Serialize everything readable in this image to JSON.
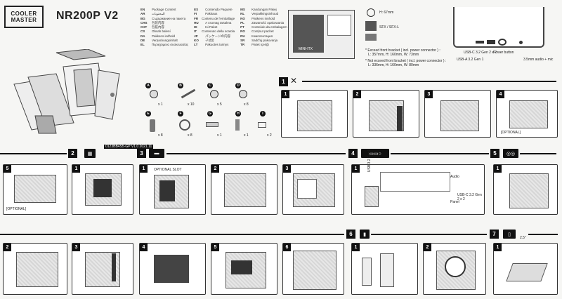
{
  "brand": {
    "logo_line1": "COOLER",
    "logo_line2": "MASTER",
    "model": "NR200P V2"
  },
  "languages": [
    {
      "code": "EN",
      "text": "Package Content"
    },
    {
      "code": "AR",
      "text": "المحتويات"
    },
    {
      "code": "BG",
      "text": "Съдържание на пакета"
    },
    {
      "code": "CHS",
      "text": "包装内容"
    },
    {
      "code": "CHT",
      "text": "包裝內容"
    },
    {
      "code": "CS",
      "text": "Obsah balení"
    },
    {
      "code": "DA",
      "text": "Pakkens indhold"
    },
    {
      "code": "DE",
      "text": "Verpackungsinhalt"
    },
    {
      "code": "EL",
      "text": "Περιεχόμενα συσκευασίας"
    },
    {
      "code": "ES",
      "text": "Contenido Paquete"
    },
    {
      "code": "FI",
      "text": "Pakkaus"
    },
    {
      "code": "FR",
      "text": "Contenu de l'emballage"
    },
    {
      "code": "HU",
      "text": "A csomag tartalma"
    },
    {
      "code": "ID",
      "text": "Isi Paket"
    },
    {
      "code": "IT",
      "text": "Contenuto della scatola"
    },
    {
      "code": "JP",
      "text": "パッケージの内容"
    },
    {
      "code": "KO",
      "text": "구성품"
    },
    {
      "code": "LT",
      "text": "Pakuotės turinys"
    },
    {
      "code": "MS",
      "text": "Kandungan Pakej"
    },
    {
      "code": "NL",
      "text": "Verpakkingsinhoud"
    },
    {
      "code": "NO",
      "text": "Pakkens innhold"
    },
    {
      "code": "PL",
      "text": "Zawartość opakowania"
    },
    {
      "code": "PT",
      "text": "Conteúdo da embalagem"
    },
    {
      "code": "RO",
      "text": "Conținut pachet"
    },
    {
      "code": "RU",
      "text": "Комплектация"
    },
    {
      "code": "SR",
      "text": "Sadržaj pakovanja"
    },
    {
      "code": "TR",
      "text": "Paket içeriği"
    }
  ],
  "specs": {
    "fan_height": "H: 67mm",
    "psu": "SFX / SFX-L",
    "bracket1": "* Exceed front bracket ( incl. power connector ) :",
    "bracket1_dims": "L: 357mm, H: 160mm, W: 73mm",
    "bracket2": "* Not exceed front bracket ( incl. power connector ) :",
    "bracket2_dims": "L: 336mm, H: 160mm, W: 80mm",
    "case_label": "MINI-ITX"
  },
  "io": {
    "usbc": "USB-C 3.2 Gen 2 x 2",
    "usba": "USB-A 3.2 Gen 1",
    "power": "Power button",
    "audio": "3.5mm audio + mic"
  },
  "accessories": [
    {
      "id": "A",
      "qty": "x 1"
    },
    {
      "id": "B",
      "qty": "x 10"
    },
    {
      "id": "C",
      "qty": "x 5"
    },
    {
      "id": "D",
      "qty": "x 8"
    },
    {
      "id": "E",
      "qty": "x 8"
    },
    {
      "id": "F",
      "qty": "x 8"
    },
    {
      "id": "G",
      "qty": "x 1"
    },
    {
      "id": "H",
      "qty": "x 1"
    },
    {
      "id": "I",
      "qty": "x 2"
    }
  ],
  "steps": {
    "s1": "1",
    "s2": "2",
    "s3": "3",
    "s4": "4",
    "s5": "5",
    "s6": "6",
    "s7": "7",
    "sub": [
      "1",
      "2",
      "3",
      "4",
      "5",
      "6"
    ],
    "optional": "[OPTIONAL]",
    "optional_slot": "OPTIONAL SLOT",
    "part_no": "0123BB4S5-GP V1.0 2021.11",
    "ssd": "2.5\""
  },
  "wiring": {
    "label1": "USB 3.2 Gen1",
    "label2": "USB-C 3.2 Gen 2 x 2",
    "label3": "Audio",
    "label4": "Panel"
  }
}
